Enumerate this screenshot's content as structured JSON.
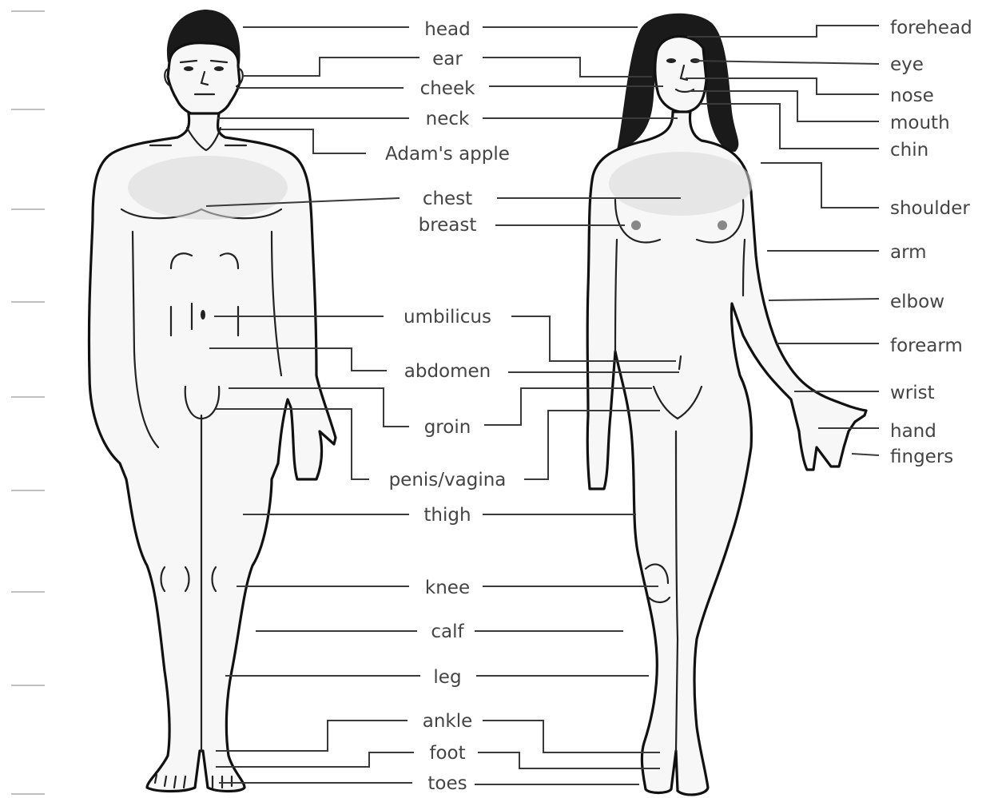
{
  "labels": {
    "center": [
      "head",
      "ear",
      "cheek",
      "neck",
      "Adam's apple",
      "chest",
      "breast",
      "umbilicus",
      "abdomen",
      "groin",
      "penis/vagina",
      "thigh",
      "knee",
      "calf",
      "leg",
      "ankle",
      "foot",
      "toes"
    ],
    "right": [
      "forehead",
      "eye",
      "nose",
      "mouth",
      "chin",
      "shoulder",
      "arm",
      "elbow",
      "forearm",
      "wrist",
      "hand",
      "fingers"
    ]
  },
  "colors": {
    "ink": "#111111",
    "label": "#444444",
    "skin": "#f7f7f7",
    "hair": "#1a1a1a",
    "tick": "#9a9a9a"
  }
}
